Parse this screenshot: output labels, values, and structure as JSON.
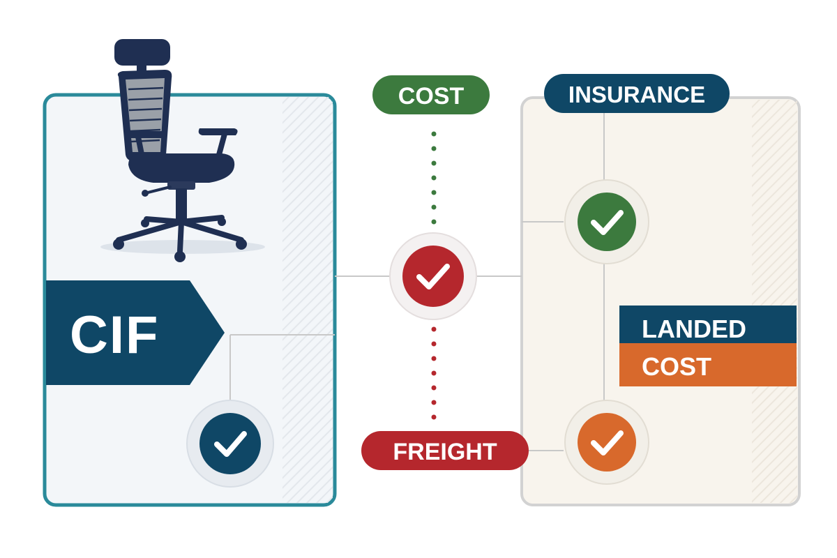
{
  "diagram": {
    "left_panel": {
      "badge": "CIF",
      "image": "office-chair-illustration"
    },
    "cost_pill": {
      "label": "COST"
    },
    "insurance_pill": {
      "label": "INSURANCE"
    },
    "freight_pill": {
      "label": "FREIGHT"
    },
    "landed_cost": {
      "line1": "LANDED",
      "line2": "COST"
    },
    "icons": [
      "check-icon",
      "check-icon",
      "check-icon",
      "check-icon"
    ]
  },
  "colors": {
    "teal_border": "#2a8a9a",
    "navy": "#0f4766",
    "green": "#3c7a3e",
    "red": "#b5272d",
    "orange": "#d8692c",
    "chair_navy": "#1f2f52",
    "left_panel_bg": "#f3f6f9",
    "right_panel_bg": "#f8f4ed"
  }
}
